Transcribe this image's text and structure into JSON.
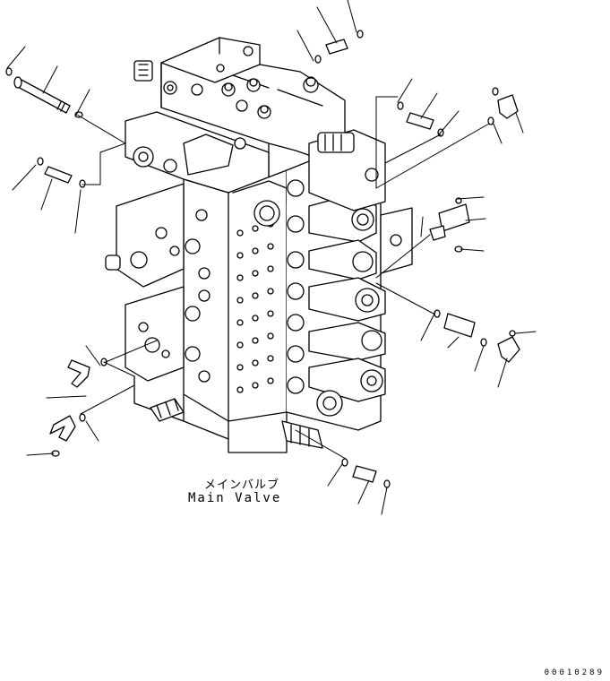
{
  "caption": {
    "japanese": "メインバルブ",
    "english": "Main Valve"
  },
  "document_number": "00010289",
  "colors": {
    "line": "#000000",
    "background": "#ffffff"
  }
}
